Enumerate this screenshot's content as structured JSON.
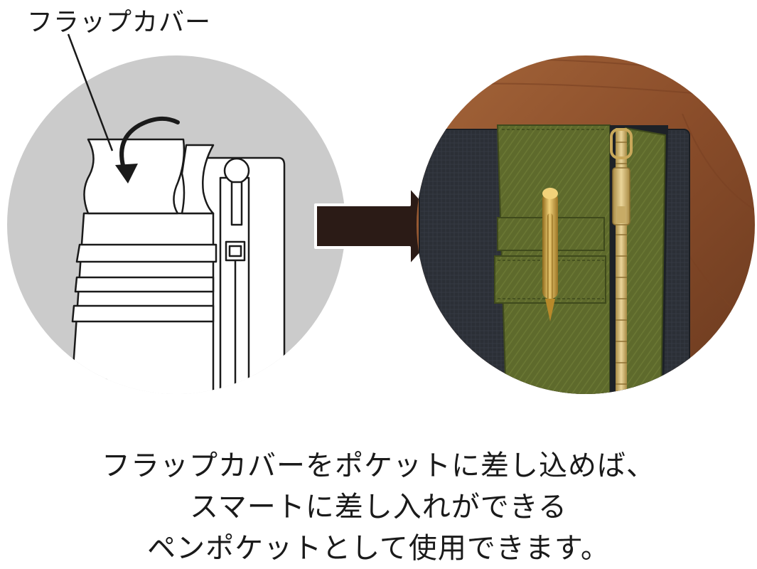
{
  "callout": {
    "label": "フラップカバー"
  },
  "caption": {
    "lines": [
      "フラップカバーをポケットに差し込めば、",
      "スマートに差し入れができる",
      "ペンポケットとして使用できます。"
    ]
  },
  "colors": {
    "diagram_background": "#cbcbcb",
    "outline": "#1a1a1a",
    "arrow_fill": "#2b1b16",
    "table_wood": "#8a4d2a",
    "notebook_cover": "#2b2f36",
    "pocket_fabric": "#5e6a2c",
    "zipper_gold": "#c9a85a",
    "pen_gold": "#c99a2e"
  },
  "icons": {
    "rotate": "curved-arrow-icon",
    "direction": "right-arrow-icon"
  }
}
